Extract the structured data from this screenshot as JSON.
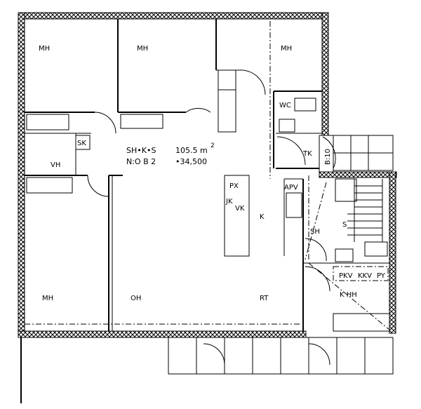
{
  "plan": {
    "summary_type": "SH•K•S",
    "summary_area": "105.5 m",
    "summary_area_sup": "2",
    "summary_code": "N:O  B 2",
    "summary_price": "•34,500"
  },
  "rooms": {
    "mh1": "MH",
    "mh2": "MH",
    "mh3": "MH",
    "mh4": "MH",
    "vh": "VH",
    "sk": "SK",
    "oh": "OH",
    "rt": "RT",
    "k": "K",
    "px": "PX",
    "jk": "JK",
    "vk": "VK",
    "wc": "WC",
    "tk": "TK",
    "b10": "B:10",
    "apv": "APV",
    "sh": "SH",
    "s": "S",
    "pkv": "PKV",
    "kkv": "KKV",
    "py": "PY",
    "khh": "K HH"
  }
}
